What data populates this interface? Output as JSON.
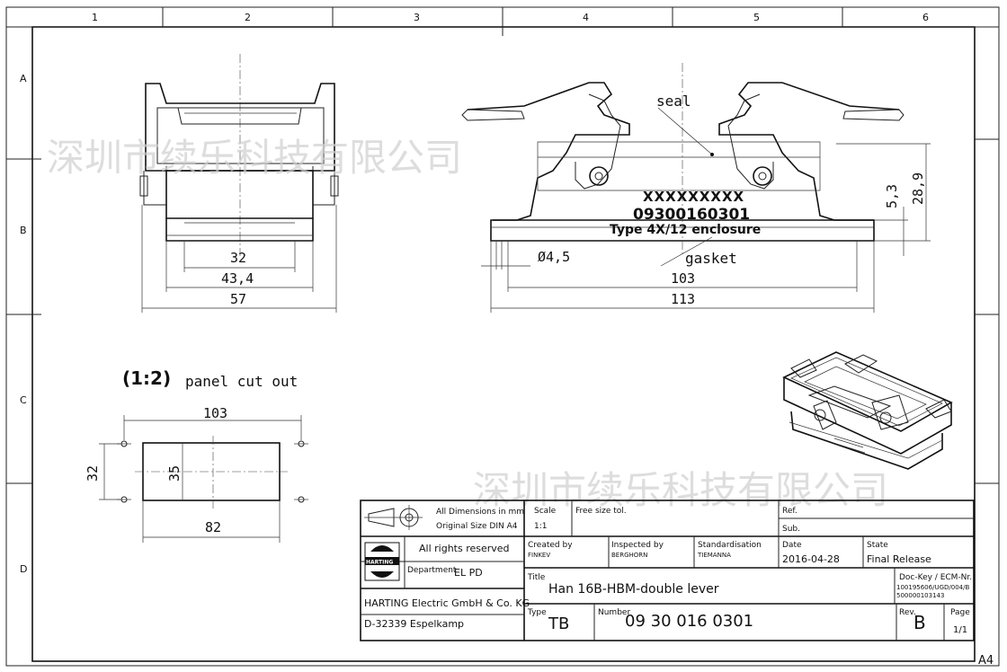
{
  "frame": {
    "columns": [
      "1",
      "2",
      "3",
      "4",
      "5",
      "6"
    ],
    "rows": [
      "A",
      "B",
      "C",
      "D"
    ],
    "sheet_format": "A4"
  },
  "watermark": {
    "text": "深圳市续乐科技有限公司"
  },
  "front_view": {
    "dims": [
      "32",
      "43,4",
      "57"
    ]
  },
  "side_view": {
    "seal_label": "seal",
    "gasket_label": "gasket",
    "part_marking": [
      "XXXXXXXXX",
      "09300160301",
      "Type 4X/12 enclosure"
    ],
    "dims": {
      "hole_dia": "Ø4,5",
      "inner": "103",
      "overall": "113",
      "height_small": "5,3",
      "height_total": "28,9"
    }
  },
  "panel_cutout": {
    "scale_label": "(1:2)",
    "title": "panel cut out",
    "dims": {
      "hole_spacing": "103",
      "width": "82",
      "height": "35",
      "hole_spacing_v": "32"
    }
  },
  "title_block": {
    "dimensions_note": [
      "All Dimensions in mm",
      "Original Size DIN A4"
    ],
    "scale_label": "Scale",
    "scale_value": "1:1",
    "tolerance": "Free size tol.",
    "ref_label": "Ref.",
    "sub_label": "Sub.",
    "rights": "All rights reserved",
    "logo_text": "HARTING",
    "department_label": "Department",
    "department_value": "EL PD",
    "created_label": "Created by",
    "created_value": "FINKEV",
    "inspected_label": "Inspected by",
    "inspected_value": "BERGHORN",
    "standard_label": "Standardisation",
    "standard_value": "TIEMANNA",
    "date_label": "Date",
    "date_value": "2016-04-28",
    "state_label": "State",
    "state_value": "Final Release",
    "title_label": "Title",
    "title_value": "Han 16B-HBM-double lever",
    "dockey_label": "Doc-Key / ECM-Nr.",
    "dockey_value": [
      "100195606/UGD/004/B",
      "500000103143"
    ],
    "company": "HARTING Electric GmbH & Co. KG",
    "address": "D-32339 Espelkamp",
    "type_label": "Type",
    "type_value": "TB",
    "number_label": "Number",
    "number_value": "09 30 016 0301",
    "rev_label": "Rev.",
    "rev_value": "B",
    "page_label": "Page",
    "page_value": "1/1"
  }
}
